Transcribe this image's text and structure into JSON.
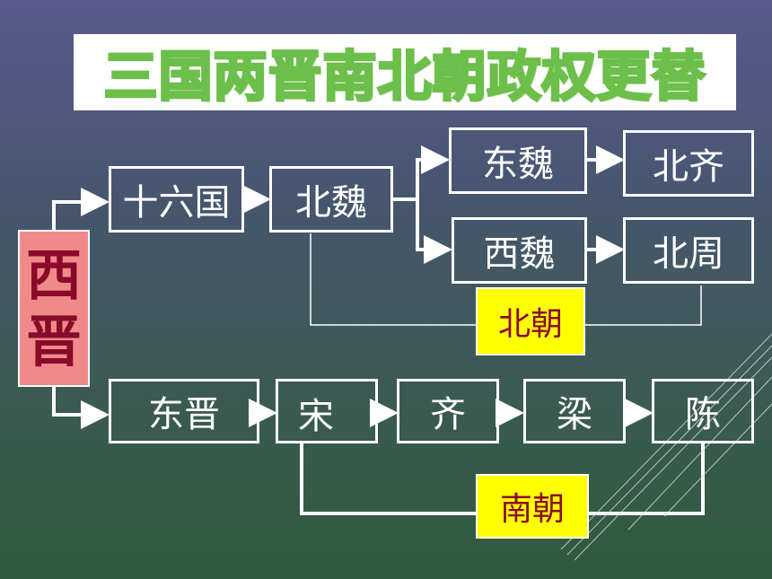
{
  "title": "三国两晋南北朝政权更替",
  "root": {
    "line1": "西",
    "line2": "晋"
  },
  "nodes": {
    "shiliuguo": "十六国",
    "beiwei": "北魏",
    "dongwei": "东魏",
    "beiqi": "北齐",
    "xiwei": "西魏",
    "beizhou": "北周",
    "dongjin": "东晋",
    "song": "宋",
    "qi": "齐",
    "liang": "梁",
    "chen": "陈"
  },
  "groups": {
    "north": "北朝",
    "south": "南朝"
  },
  "colors": {
    "title_fill": "#8fd06a",
    "root_bg": "#f08a8a",
    "root_text": "#8a0a2a",
    "label_bg": "#ffff00"
  }
}
